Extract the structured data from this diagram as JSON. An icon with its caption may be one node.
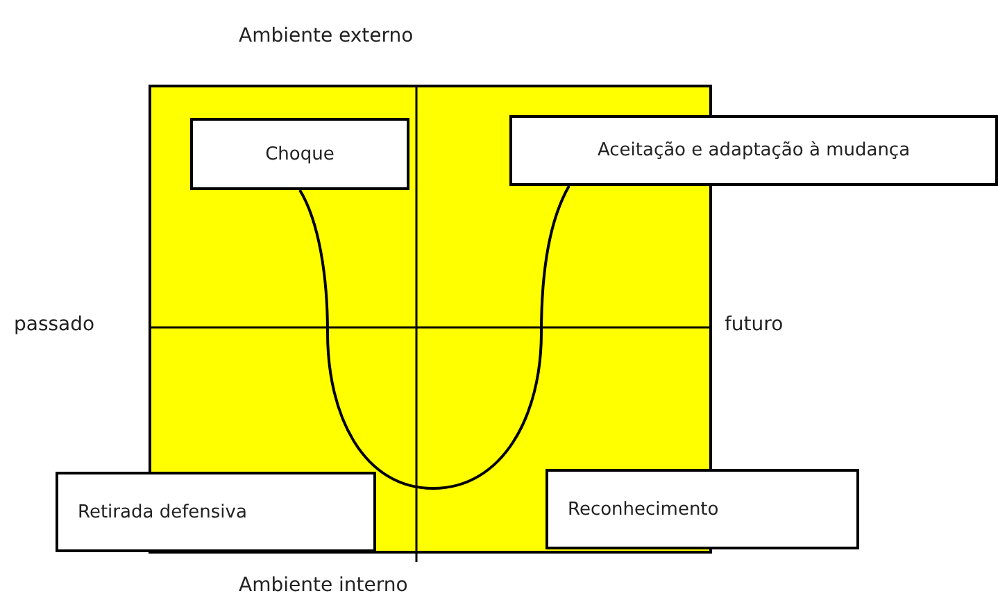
{
  "diagram": {
    "nodes": [
      {
        "text": [
          "Choque"
        ]
      },
      {
        "text": [
          "Aceitação e adaptação à mudança"
        ]
      },
      {
        "text": [
          "Retirada defensiva"
        ]
      },
      {
        "text": [
          "Reconhecimento"
        ]
      }
    ],
    "edges": [
      {
        "from": 0,
        "to": 1,
        "arrow": "none"
      }
    ],
    "labels": [
      "Ambiente externo",
      "passado",
      "futuro",
      "Ambiente interno"
    ]
  }
}
